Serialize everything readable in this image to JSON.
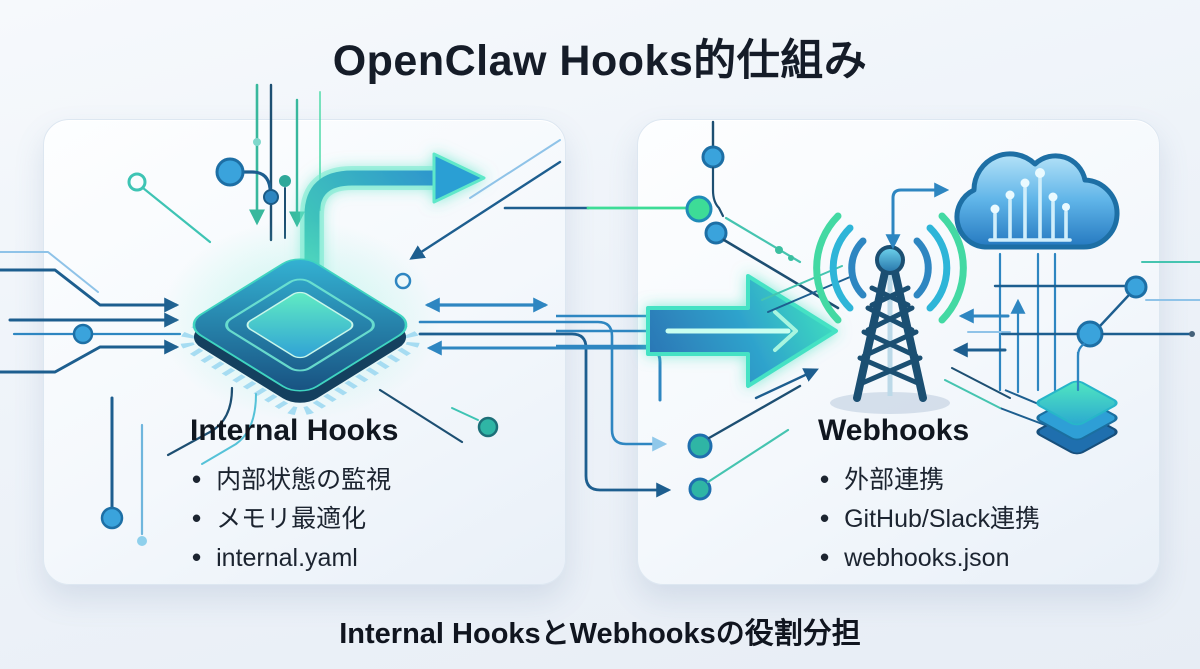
{
  "header": {
    "title": "OpenClaw Hooks的仕組み"
  },
  "panels": {
    "internal": {
      "heading": "Internal Hooks",
      "bullets": [
        "内部状態の監視",
        "メモリ最適化",
        "internal.yaml"
      ]
    },
    "webhooks": {
      "heading": "Webhooks",
      "bullets": [
        "外部連携",
        "GitHub/Slack連携",
        "webhooks.json"
      ]
    }
  },
  "footer": {
    "caption": "Internal HooksとWebhooksの役割分担"
  },
  "icons": {
    "cpu_chip": "isometric blue CPU chip with glowing teal core and pins",
    "radio_tower": "navy lattice broadcast tower with signal arcs",
    "cloud": "blue cloud with internal circuit traces",
    "layer_stack": "three stacked isometric layers",
    "flow_arrow": "large blue-to-teal gradient arrow pointing right",
    "elbow_arrow": "thick elbow arrow turning up-right"
  },
  "colors": {
    "background": "#eef3f9",
    "panel": "#fbfdff",
    "title_text": "#151c28",
    "body_text": "#1c2430",
    "accent_blue": "#2e86c1",
    "accent_navy": "#1b4f72",
    "accent_teal": "#3fd9b4",
    "accent_green": "#3ddc97",
    "node_blue": "#3aa3dc"
  }
}
